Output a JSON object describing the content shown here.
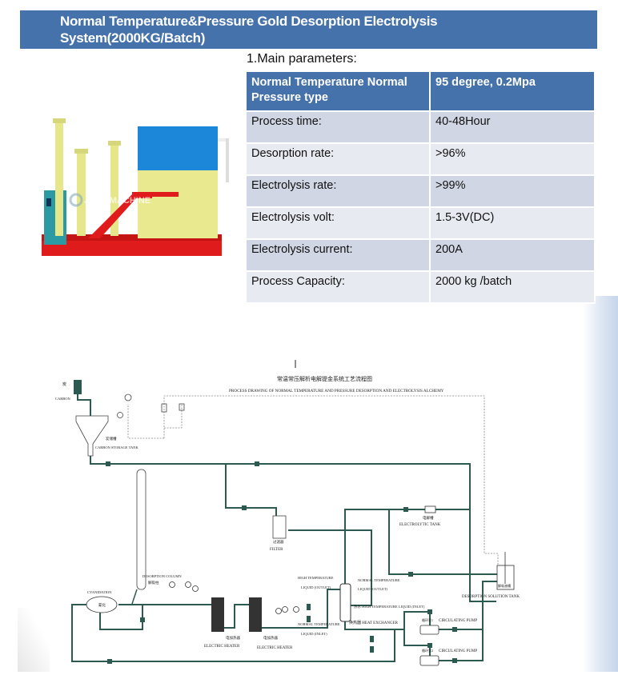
{
  "header": {
    "title": "Normal Temperature&Pressure Gold Desorption Electrolysis System(2000KG/Batch)"
  },
  "section": {
    "label": "1.Main parameters:"
  },
  "machine_image": {
    "watermark": "JXSC MACHINE"
  },
  "params": {
    "header": {
      "key": "Normal Temperature Normal Pressure type",
      "value": "95 degree, 0.2Mpa"
    },
    "rows": [
      {
        "key": "Process time:",
        "value": "40-48Hour"
      },
      {
        "key": "Desorption rate:",
        "value": ">96%"
      },
      {
        "key": "Electrolysis rate:",
        "value": ">99%"
      },
      {
        "key": "Electrolysis volt:",
        "value": "1.5-3V(DC)"
      },
      {
        "key": "Electrolysis current:",
        "value": "200A"
      },
      {
        "key": "Process Capacity:",
        "value": "2000 kg /batch"
      }
    ]
  },
  "diagram": {
    "title_cn": "常温常压解析电解提金系统工艺流程图",
    "title_en": "PROCESS DRAWING OF NORMAL TEMPERATURE AND PRESSURE DESORPTION AND ELECTROLYSIS ALCHEMY",
    "labels": {
      "carbon_cn": "炭",
      "carbon": "CARBON",
      "carbon_storage_cn": "炭储槽",
      "carbon_storage": "CARBON STORAGE TANK",
      "desorption_column": "DESORPTION COLUMN",
      "desorption_column_cn": "解吸柱",
      "cyanidation": "CYANIDATION",
      "cyanidation_cn": "氰化",
      "heater1_cn": "电加热器",
      "heater1": "ELECTRIC HEATER",
      "heater2_cn": "电加热器",
      "heater2": "ELECTRIC HEATER",
      "filter_cn": "过滤器",
      "filter": "FILTER",
      "electrolytic_cn": "电解槽",
      "electrolytic": "ELECTROLYTIC TANK",
      "high_temp_out_1": "HIGH TEMPERATURE",
      "high_temp_out_2": "LIQUID (OUTLET)",
      "normal_temp_out_1": "NORMAL TEMPERATURE",
      "normal_temp_out_2": "LIQUID (OUTLET)",
      "normal_temp_in_1": "NORMAL TEMPERATURE",
      "normal_temp_in_2": "LIQUID (INLET)",
      "high_temp_in": "热水 HIGH TEMPERATURE LIQUID (INLET)",
      "heat_exchanger": "换热器 HEAT EXCHANGER",
      "pump1_cn": "循环泵1",
      "pump1": "CIRCULATING PUMP",
      "pump2_cn": "循环泵2",
      "pump2": "CIRCULATING PUMP",
      "solution_tank_cn": "解吸液槽",
      "solution_tank": "DESORPTION SOLUTION TANK"
    }
  },
  "colors": {
    "header_blue": "#4672ab",
    "row_dark": "#d0d6e4",
    "row_light": "#e8eaf1",
    "pipe": "#2d5a50"
  }
}
